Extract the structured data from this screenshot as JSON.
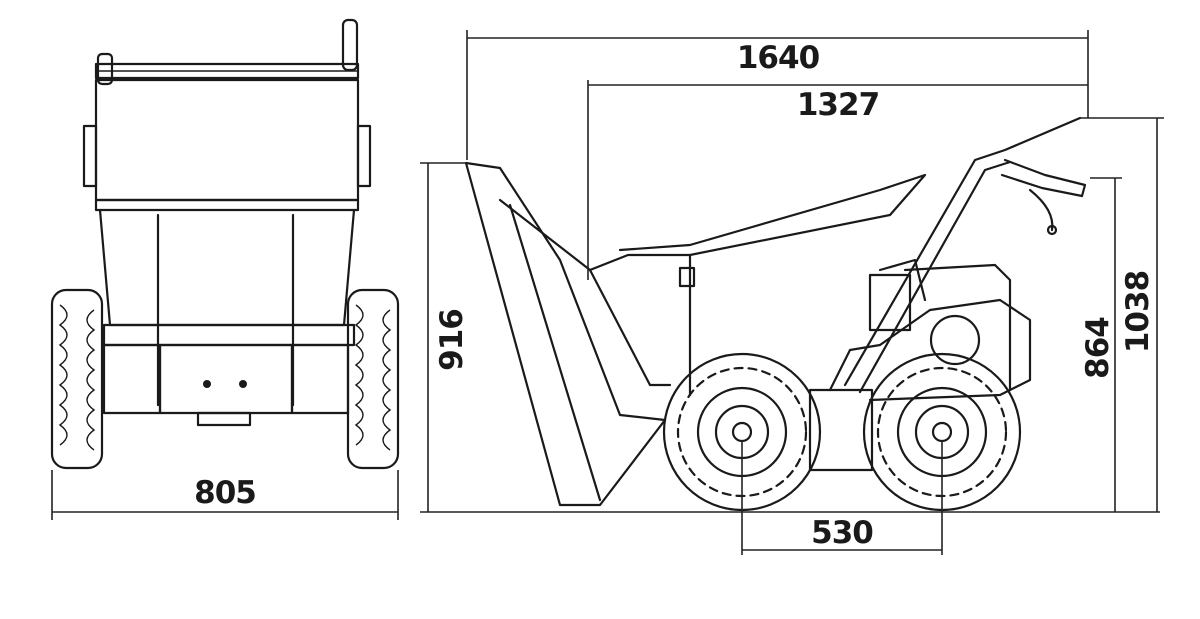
{
  "drawing": {
    "views": [
      "front",
      "side"
    ],
    "line_color": "#1a1a1a",
    "background": "#ffffff"
  },
  "dimensions": {
    "front_width": "805",
    "overall_length": "1640",
    "length_handle_to_bucket_rear": "1327",
    "bucket_height": "916",
    "height_864": "864",
    "overall_height": "1038",
    "wheelbase": "530"
  }
}
